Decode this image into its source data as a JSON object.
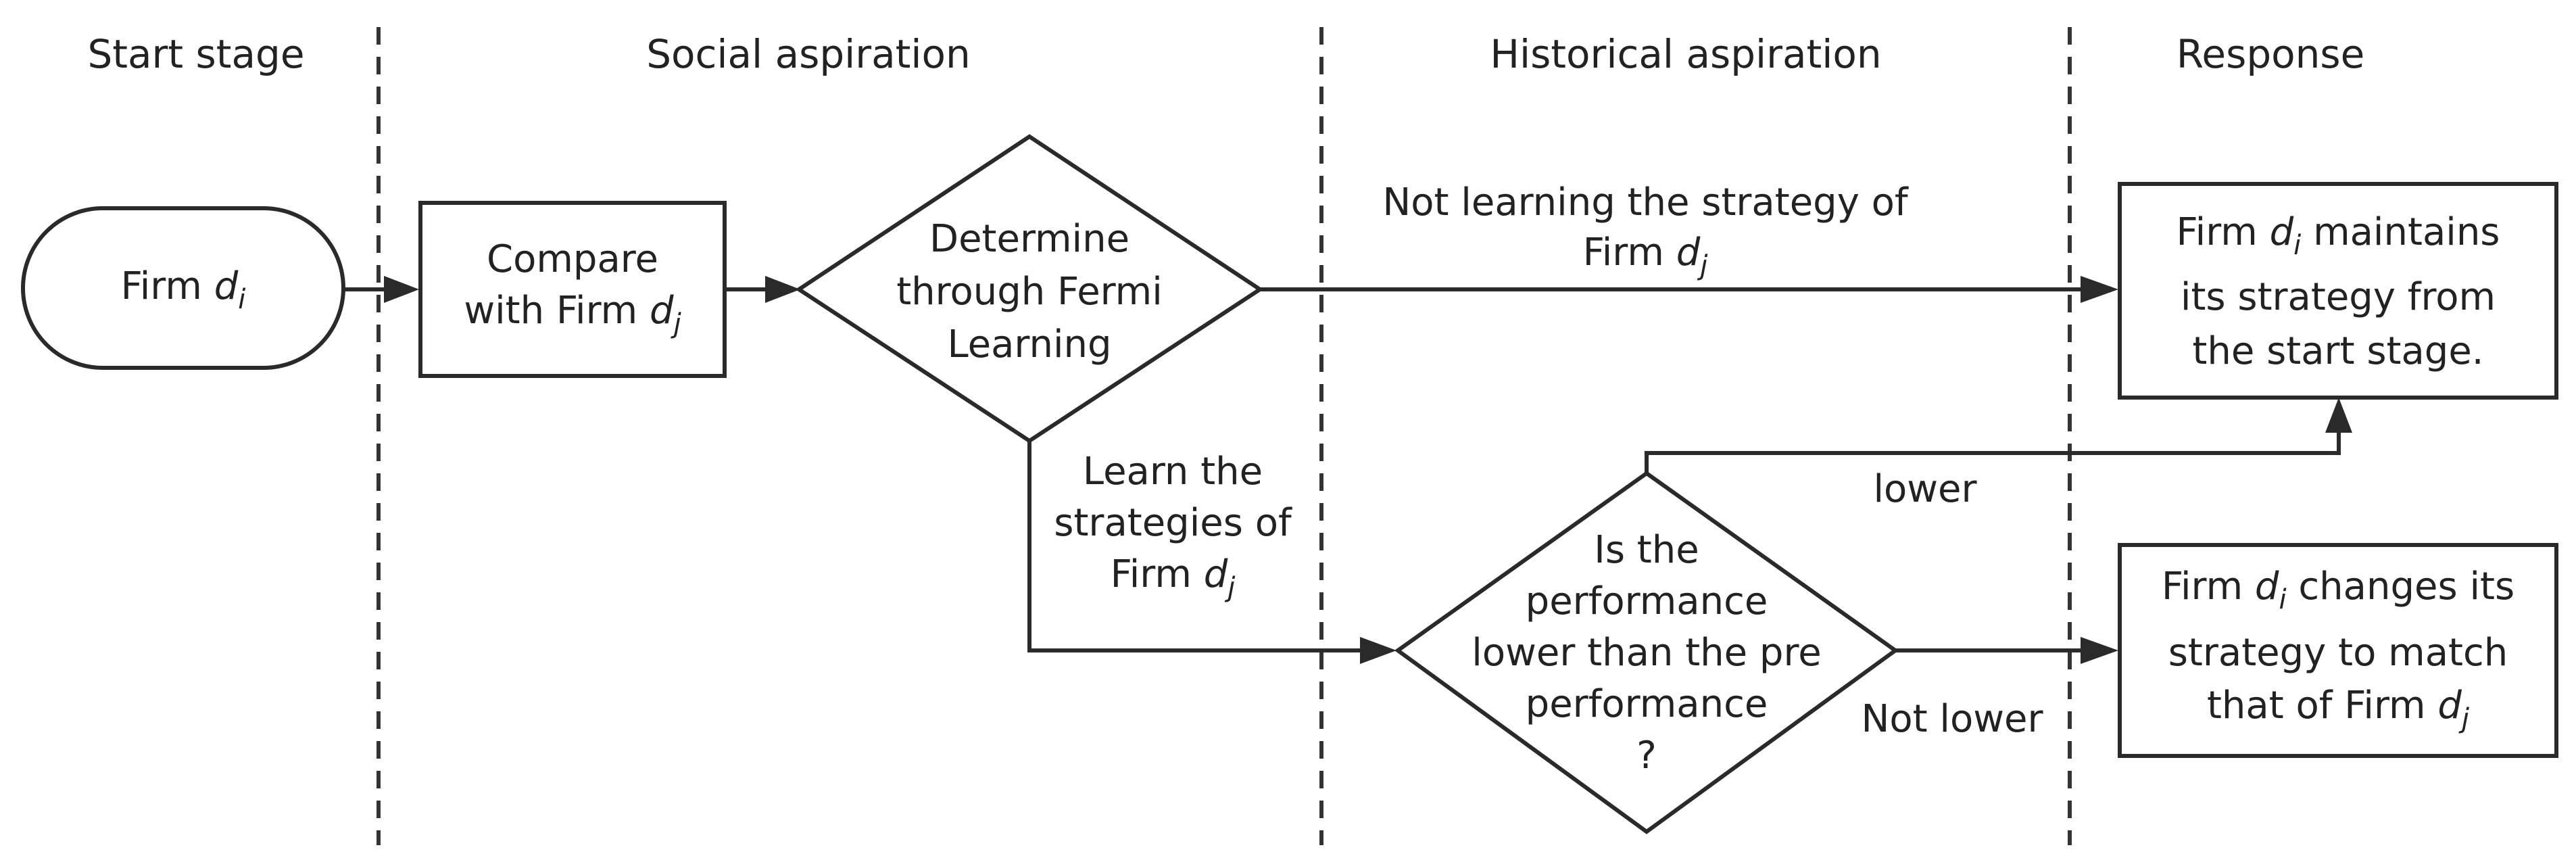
{
  "stages": {
    "start": "Start stage",
    "social": "Social aspiration",
    "historical": "Historical aspiration",
    "response": "Response"
  },
  "nodes": {
    "start_firm": {
      "prefix": "Firm ",
      "var": "d",
      "sub": "i"
    },
    "compare": {
      "line1": "Compare",
      "line2_prefix": "with Firm ",
      "line2_var": "d",
      "line2_sub": "j"
    },
    "fermi": {
      "line1": "Determine",
      "line2": "through Fermi",
      "line3": "Learning"
    },
    "performance": {
      "line1": "Is the",
      "line2": "performance",
      "line3": "lower than the pre",
      "line4": "performance",
      "line5": "?"
    },
    "maintain": {
      "line1_prefix": "Firm ",
      "line1_var": "d",
      "line1_sub": "i",
      "line1_suffix": " maintains",
      "line2": "its strategy from",
      "line3": "the start stage."
    },
    "change": {
      "line1_prefix": "Firm ",
      "line1_var": "d",
      "line1_sub": "i",
      "line1_suffix": " changes its",
      "line2": "strategy to match",
      "line3_prefix": "that of Firm ",
      "line3_var": "d",
      "line3_sub": "j"
    }
  },
  "edges": {
    "not_learning": {
      "line1": "Not learning the strategy of",
      "line2_prefix": "Firm ",
      "line2_var": "d",
      "line2_sub": "j"
    },
    "learn": {
      "line1": "Learn the",
      "line2": "strategies of",
      "line3_prefix": "Firm ",
      "line3_var": "d",
      "line3_sub": "j"
    },
    "lower": "lower",
    "not_lower": "Not lower"
  }
}
